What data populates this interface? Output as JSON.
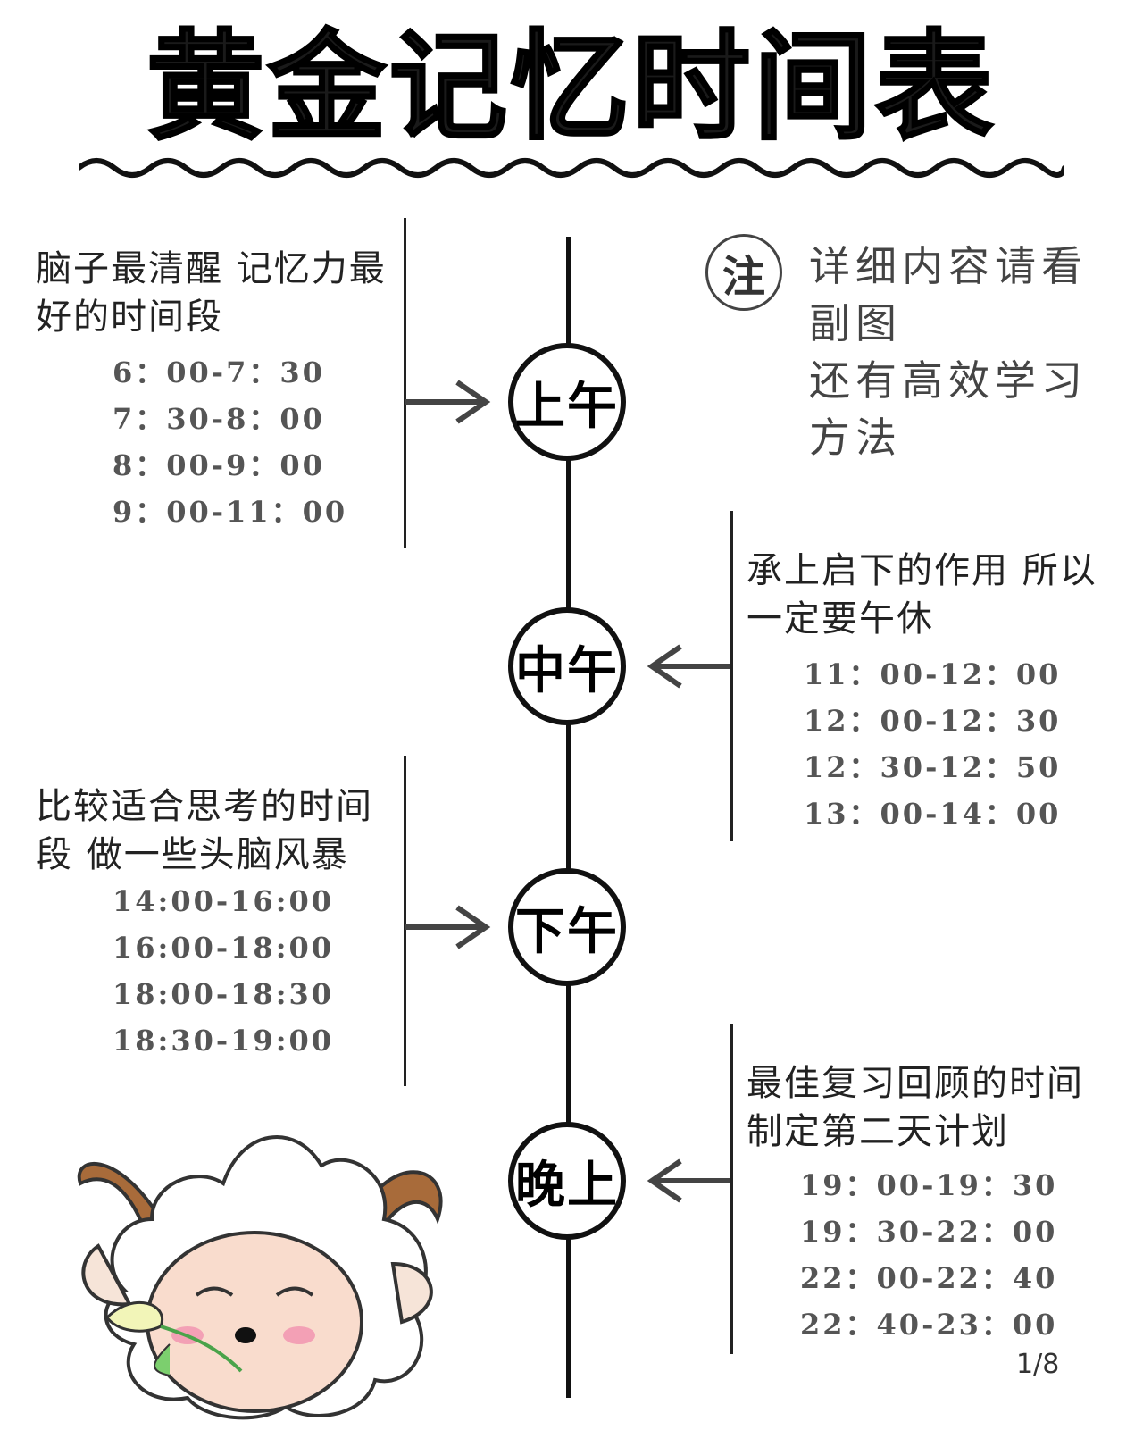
{
  "title": "黄金记忆时间表",
  "note": {
    "icon_char": "注",
    "lines": [
      "详细内容请看",
      "副图",
      "还有高效学习",
      "方法"
    ]
  },
  "nodes": [
    {
      "label": "上午",
      "desc": [
        "脑子最清醒 记忆力最",
        "好的时间段"
      ],
      "times": [
        "6：00-7：30",
        "7：30-8：00",
        "8：00-9：00",
        "9：00-11：00"
      ]
    },
    {
      "label": "中午",
      "desc": [
        "承上启下的作用 所以",
        "一定要午休"
      ],
      "times": [
        "11：00-12：00",
        "12：00-12：30",
        "12：30-12：50",
        "13：00-14：00"
      ]
    },
    {
      "label": "下午",
      "desc": [
        "比较适合思考的时间",
        "段 做一些头脑风暴"
      ],
      "times": [
        "14:00-16:00",
        "16:00-18:00",
        "18:00-18:30",
        "18:30-19:00"
      ]
    },
    {
      "label": "晚上",
      "desc": [
        "最佳复习回顾的时间",
        "制定第二天计划"
      ],
      "times": [
        "19：00-19：30",
        "19：30-22：00",
        "22：00-22：40",
        "22：40-23：00"
      ]
    }
  ],
  "page_indicator": "1/8",
  "colors": {
    "line": "#111111",
    "text": "#222222",
    "times": "#555555"
  }
}
